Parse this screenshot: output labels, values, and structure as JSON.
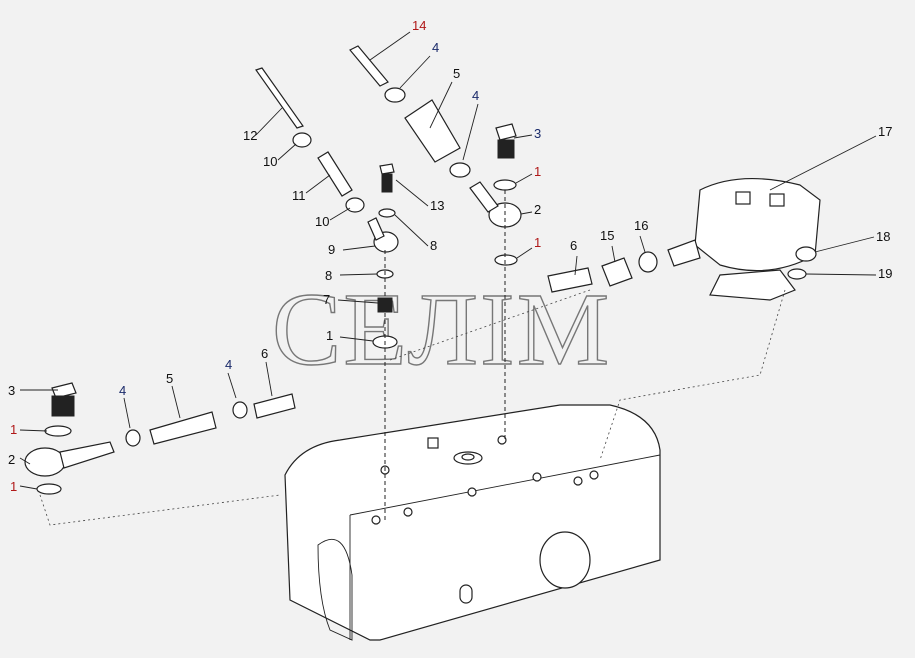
{
  "watermark": "СЕЛІМ",
  "colors": {
    "label_red": "#b01818",
    "label_blue": "#1a2a6a",
    "label_black": "#111111",
    "background": "#f2f2f2"
  },
  "callouts": [
    "14",
    "4",
    "5",
    "4",
    "3",
    "17",
    "12",
    "10",
    "11",
    "10",
    "13",
    "1",
    "2",
    "9",
    "8",
    "8",
    "7",
    "1",
    "1",
    "6",
    "15",
    "16",
    "18",
    "19",
    "3",
    "4",
    "5",
    "4",
    "6",
    "1",
    "2",
    "1"
  ]
}
